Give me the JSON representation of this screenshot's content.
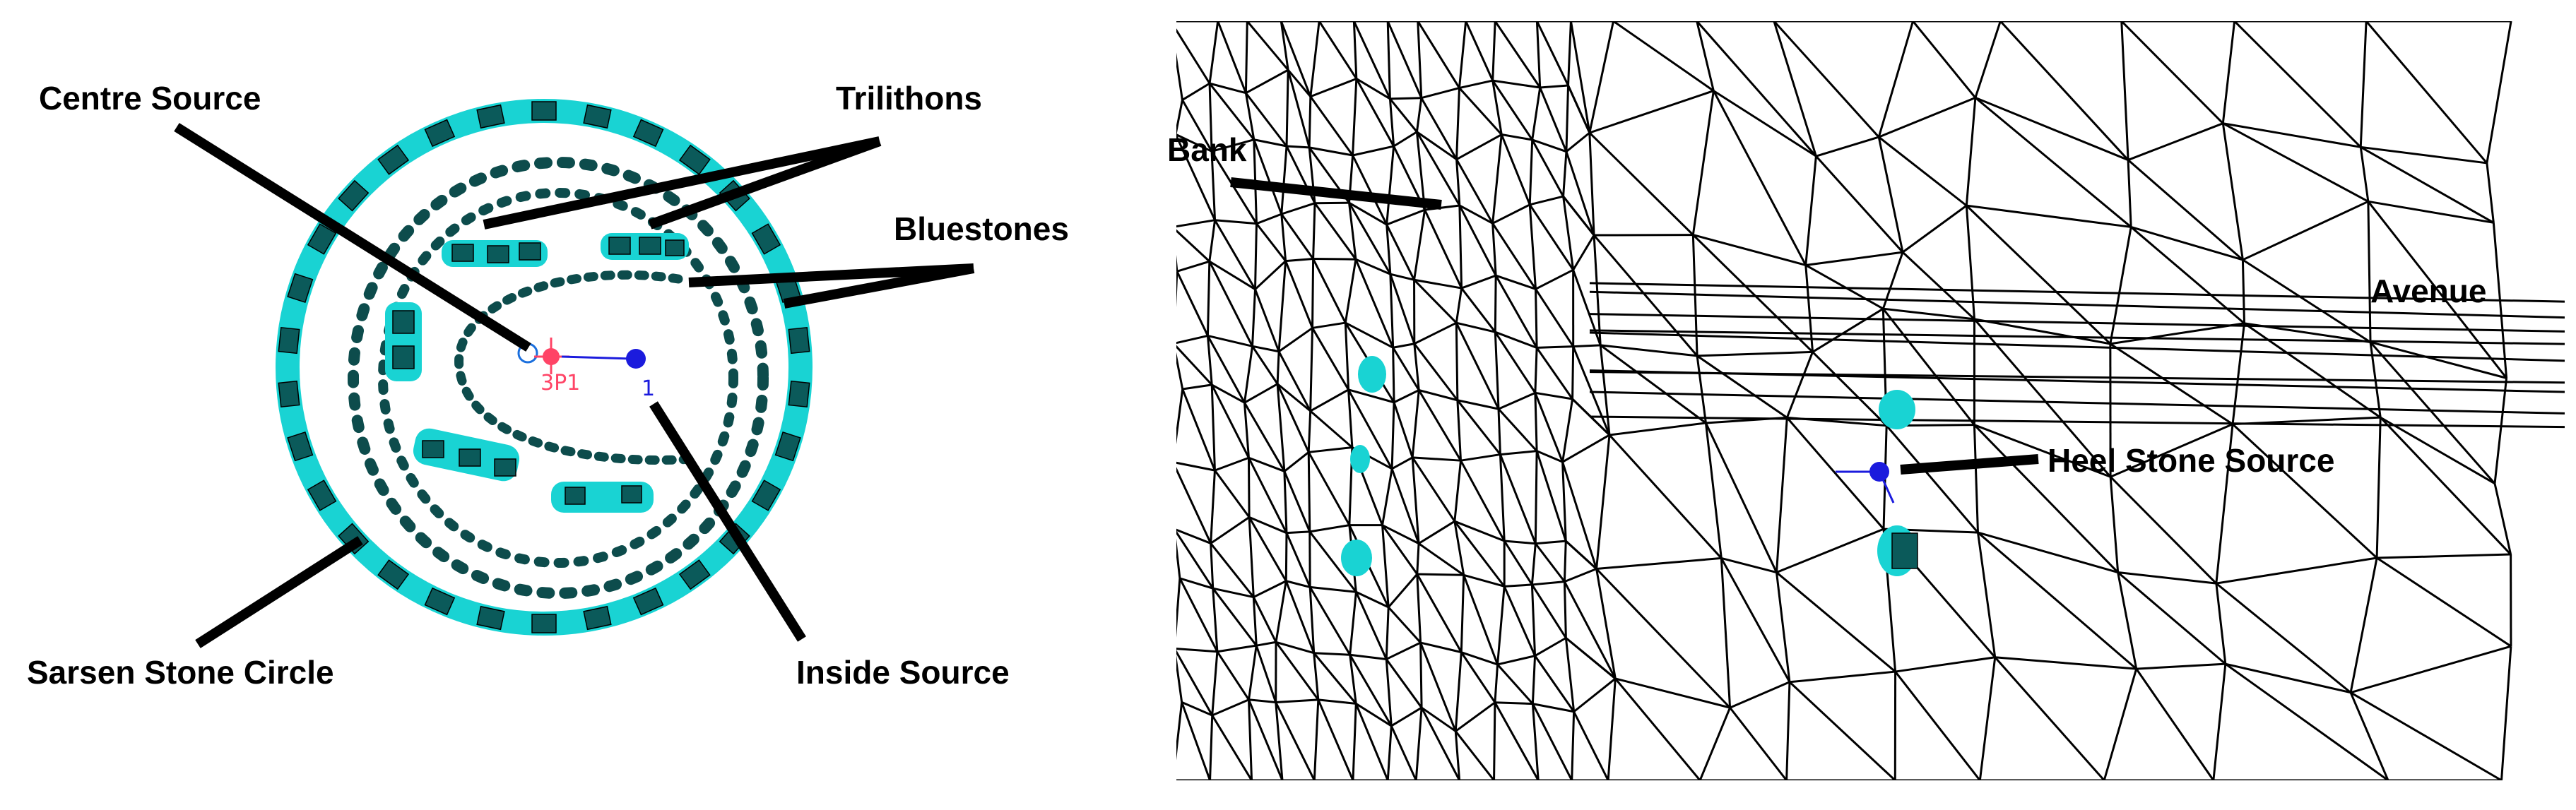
{
  "left_panel": {
    "labels": {
      "centre_source": "Centre Source",
      "trilithons": "Trilithons",
      "bluestones": "Bluestones",
      "sarsen_circle": "Sarsen Stone Circle",
      "inside_source": "Inside Source"
    },
    "markers": {
      "centre_marker_text": "3P1",
      "inside_marker_text": "1"
    }
  },
  "right_panel": {
    "labels": {
      "bank": "Bank",
      "avenue": "Avenue",
      "heel_stone_source": "Heel Stone Source"
    }
  },
  "colors": {
    "stone_fill": "#19d3d3",
    "source_point": "#1b1bdd",
    "centre_point": "#ff4466"
  }
}
